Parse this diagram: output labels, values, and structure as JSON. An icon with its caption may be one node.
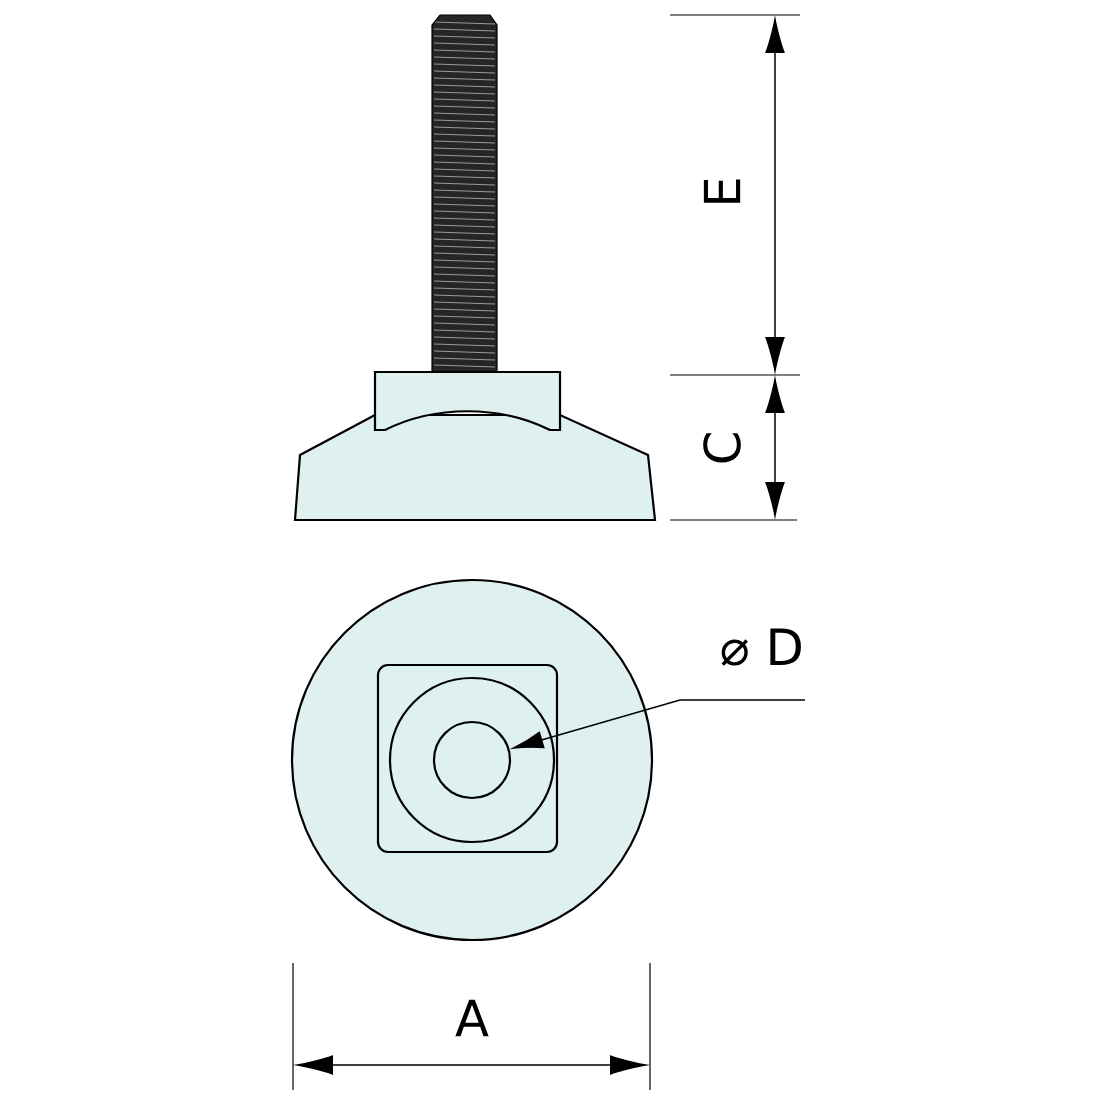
{
  "diagram": {
    "nodes": [
      {
        "text": [
          "⌀ D"
        ]
      },
      {
        "text": [],
        "shape": "circle"
      }
    ],
    "edges": [
      {
        "from": 0,
        "to": 1,
        "arrow": "to"
      }
    ],
    "labels": [
      "E",
      "C",
      "A"
    ]
  }
}
